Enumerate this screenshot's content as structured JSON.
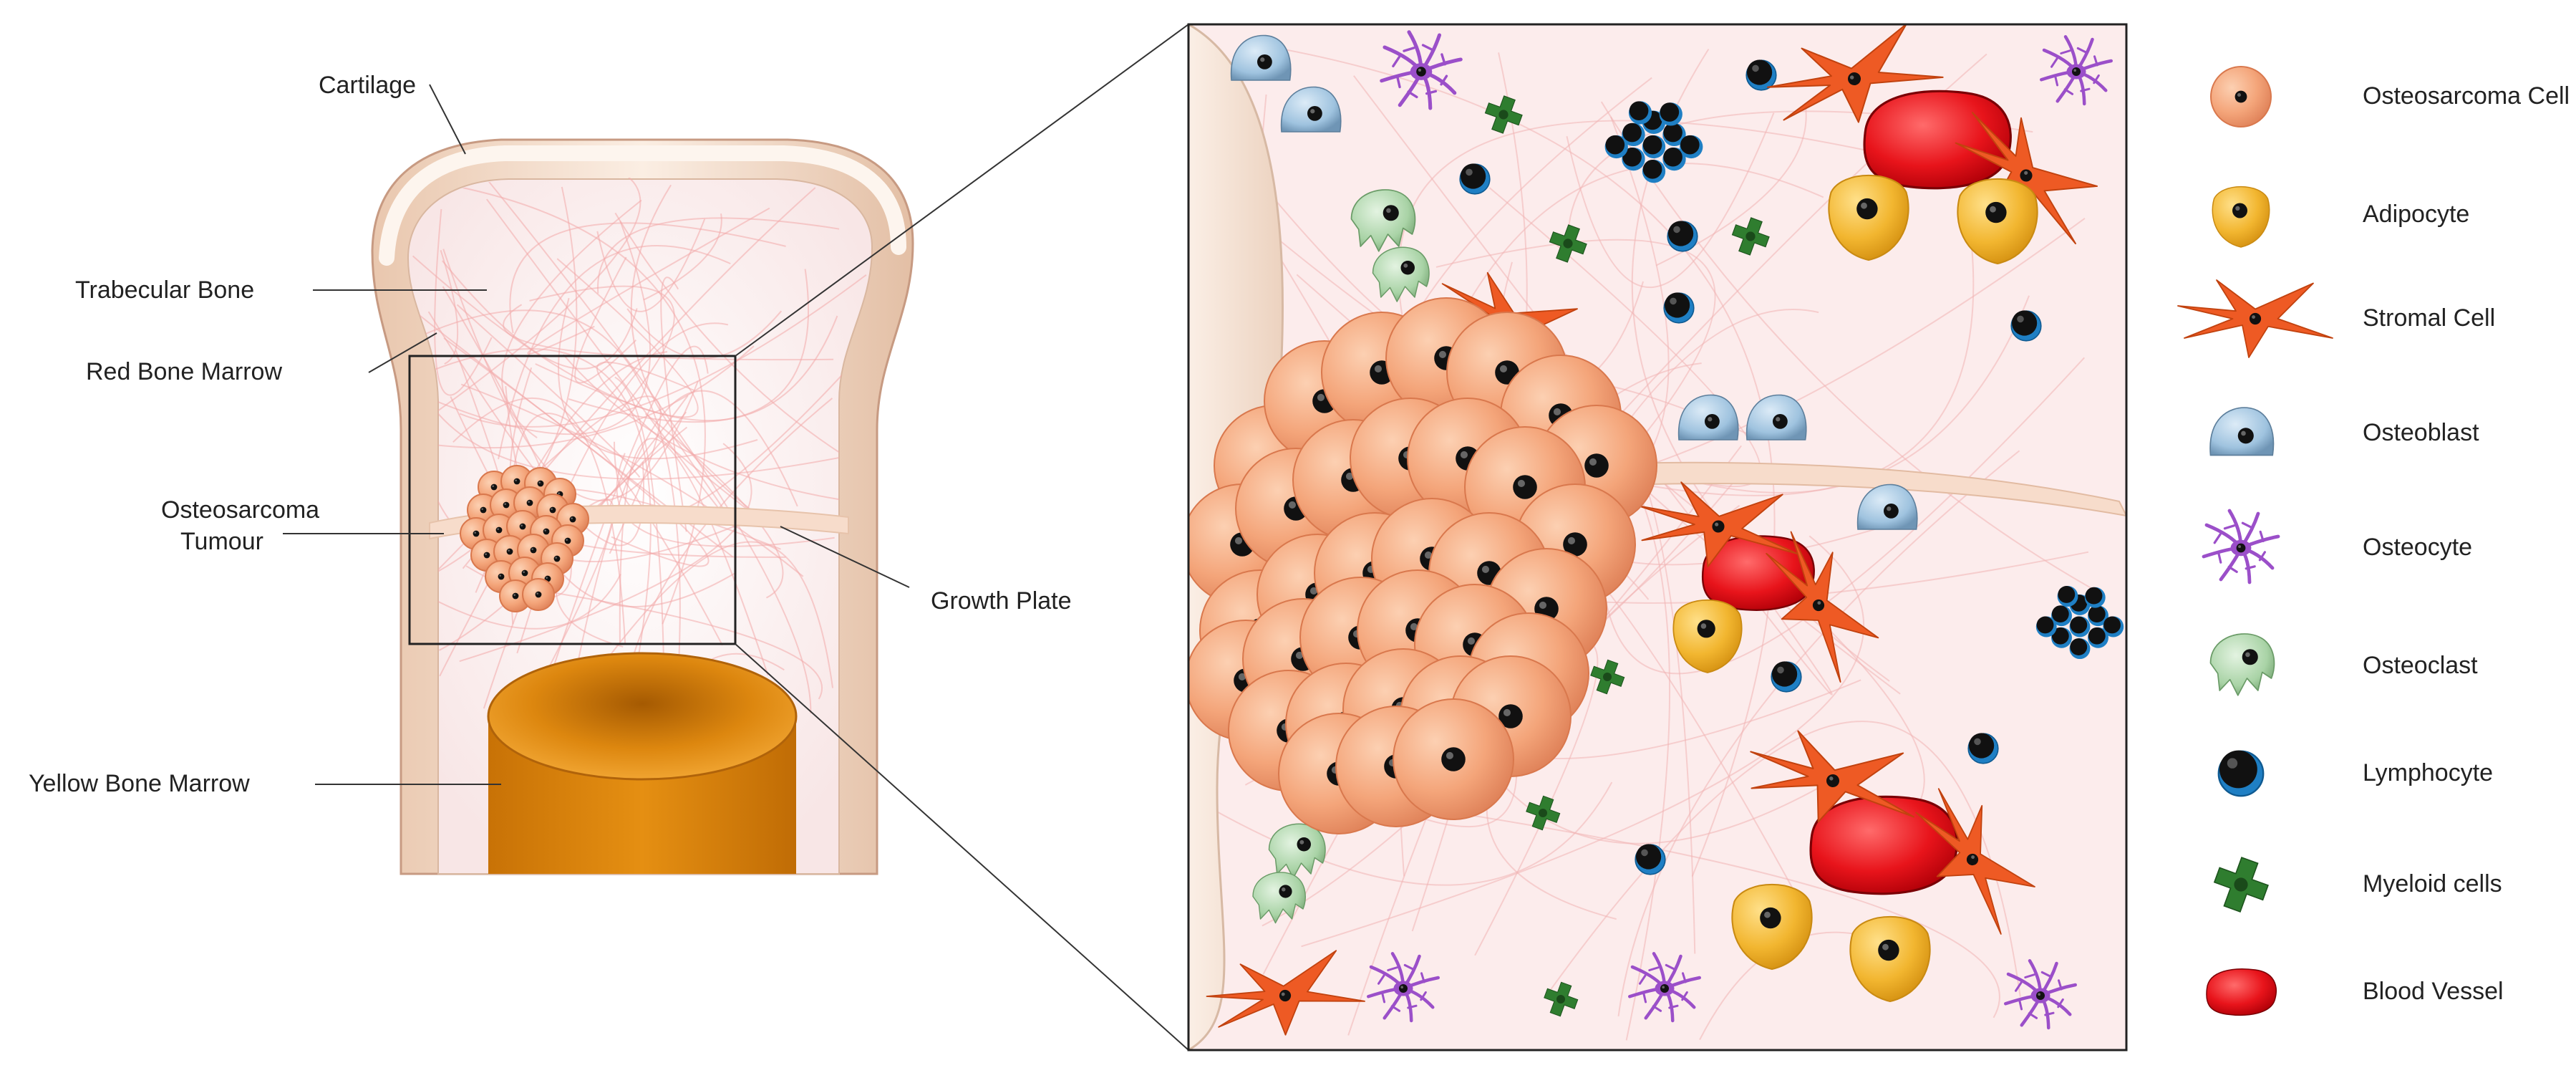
{
  "bone_labels": {
    "cartilage": "Cartilage",
    "trabecular_bone": "Trabecular Bone",
    "red_bone_marrow": "Red Bone Marrow",
    "osteosarcoma_tumour_line1": "Osteosarcoma",
    "osteosarcoma_tumour_line2": "Tumour",
    "growth_plate": "Growth Plate",
    "yellow_bone_marrow": "Yellow Bone Marrow"
  },
  "legend": [
    {
      "key": "osteosarcoma-cell",
      "label": "Osteosarcoma Cell",
      "color": "#f4a57a"
    },
    {
      "key": "adipocyte",
      "label": "Adipocyte",
      "color": "#f2b630"
    },
    {
      "key": "stromal-cell",
      "label": "Stromal Cell",
      "color": "#ee5a24"
    },
    {
      "key": "osteoblast",
      "label": "Osteoblast",
      "color": "#9fc3df"
    },
    {
      "key": "osteocyte",
      "label": "Osteocyte",
      "color": "#9b4fc9"
    },
    {
      "key": "osteoclast",
      "label": "Osteoclast",
      "color": "#a9d3a6"
    },
    {
      "key": "lymphocyte",
      "label": "Lymphocyte",
      "color": "#1f7fc4"
    },
    {
      "key": "myeloid-cells",
      "label": "Myeloid cells",
      "color": "#2f7d2f"
    },
    {
      "key": "blood-vessel",
      "label": "Blood Vessel",
      "color": "#e8141b"
    }
  ],
  "colors": {
    "bone": "#f6e1d1",
    "marrow_bg": "#fcecec",
    "trabecular_lines": "#f2a9a9",
    "yellow_marrow": "#e0890e"
  }
}
